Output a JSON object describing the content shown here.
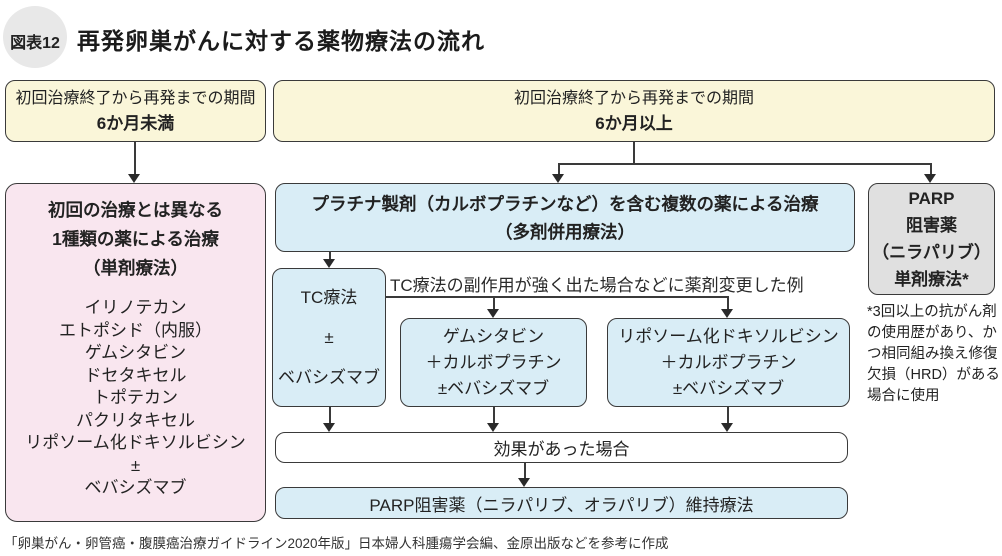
{
  "header": {
    "badge": "図表12",
    "title": "再発卵巣がんに対する薬物療法の流れ"
  },
  "period_short": {
    "line1": "初回治療終了から再発までの期間",
    "line2": "6か月未満"
  },
  "period_long": {
    "line1": "初回治療終了から再発までの期間",
    "line2": "6か月以上"
  },
  "monotherapy": {
    "heading1": "初回の治療とは異なる",
    "heading2": "1種類の薬による治療",
    "heading3": "（単剤療法）",
    "drugs": [
      "イリノテカン",
      "エトポシド（内服）",
      "ゲムシタビン",
      "ドセタキセル",
      "トポテカン",
      "パクリタキセル",
      "リポソーム化ドキソルビシン",
      "±",
      "ベバシズマブ"
    ]
  },
  "combination": {
    "line1": "プラチナ製剤（カルボプラチンなど）を含む複数の薬による治療",
    "line2": "（多剤併用療法）"
  },
  "parp_mono": {
    "line1": "PARP",
    "line2": "阻害薬",
    "line3": "（ニラパリブ）",
    "line4": "単剤療法*"
  },
  "tc": {
    "line1": "TC療法",
    "line2": "±",
    "line3": "ベバシズマブ"
  },
  "gemcitabine": {
    "line1": "ゲムシタビン",
    "line2": "＋カルボプラチン",
    "line3": "±ベバシズマブ"
  },
  "liposomal": {
    "line1": "リポソーム化ドキソルビシン",
    "line2": "＋カルボプラチン",
    "line3": "±ベバシズマブ"
  },
  "change_note": "TC療法の副作用が強く出た場合などに薬剤変更した例",
  "effect": {
    "label": "効果があった場合"
  },
  "maintenance": {
    "label": "PARP阻害薬（ニラパリブ、オラパリブ）維持療法"
  },
  "footnote": {
    "lines": [
      "*3回以上の抗がん剤",
      "の使用歴があり、か",
      "つ相同組み換え修復",
      "欠損（HRD）がある",
      "場合に使用"
    ]
  },
  "caption": "「卵巣がん・卵管癌・腹膜癌治療ガイドライン2020年版」日本婦人科腫瘍学会編、金原出版などを参考に作成",
  "colors": {
    "yellow": "#faf6d9",
    "pink": "#f9e6ef",
    "blue": "#d9edf6",
    "gray": "#e0e0e0",
    "white_box": "#ffffff",
    "border": "#3a3a3a",
    "text": "#222222",
    "badge_bg": "#e8e8e8"
  }
}
